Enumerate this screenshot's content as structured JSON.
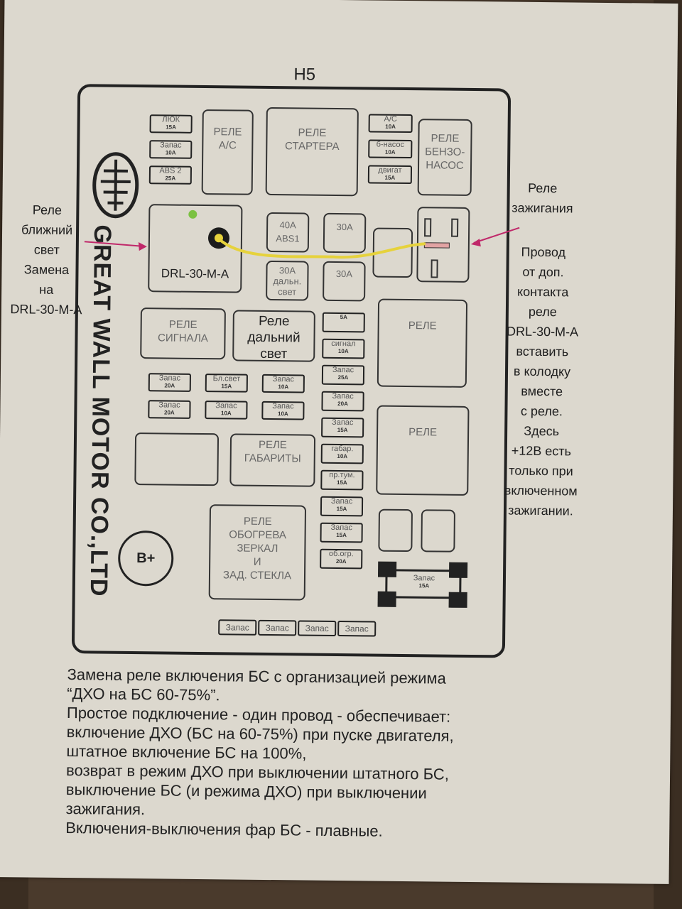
{
  "title": "H5",
  "brand": "GREAT WALL MOTOR CO.,LTD",
  "left_note": [
    "Реле",
    "ближний",
    "свет",
    "Замена",
    "на",
    "DRL-30-M-A"
  ],
  "right_top_note": [
    "Реле",
    "зажигания"
  ],
  "right_note": [
    "Провод",
    "от доп.",
    "контакта",
    "реле",
    "DRL-30-M-A",
    "вставить",
    "в колодку",
    "вместе",
    "с реле.",
    "Здесь",
    "+12В есть",
    "только при",
    "включенном",
    "зажигании."
  ],
  "relays": {
    "ac": [
      "РЕЛЕ",
      "А/С"
    ],
    "starter": [
      "РЕЛЕ",
      "СТАРТЕРА"
    ],
    "fuel_pump": [
      "РЕЛЕ",
      "БЕНЗО-",
      "НАСОС"
    ],
    "drl": "DRL-30-M-A",
    "signal": [
      "РЕЛЕ",
      "СИГНАЛА"
    ],
    "high_beam": [
      "Реле",
      "дальний",
      "свет"
    ],
    "rele1": "РЕЛЕ",
    "rele2": "РЕЛЕ",
    "markers": [
      "РЕЛЕ",
      "ГАБАРИТЫ"
    ],
    "heater": [
      "РЕЛЕ",
      "ОБОГРЕВА",
      "ЗЕРКАЛ",
      "И",
      "ЗАД. СТЕКЛА"
    ],
    "b_plus": "B+"
  },
  "fuses_top_left": [
    {
      "name": "ЛЮК",
      "amp": "15A"
    },
    {
      "name": "Запас",
      "amp": "10A"
    },
    {
      "name": "ABS 2",
      "amp": "25A"
    }
  ],
  "fuses_top_right": [
    {
      "name": "A/C",
      "amp": "10A"
    },
    {
      "name": "б-насос",
      "amp": "10A"
    },
    {
      "name": "двигат",
      "amp": "15A"
    }
  ],
  "big_fuses": [
    {
      "name": "40A",
      "sub": "ABS1"
    },
    {
      "name": "30A",
      "sub": ""
    },
    {
      "name": "30A",
      "sub": "дальн. свет"
    },
    {
      "name": "30A",
      "sub": ""
    }
  ],
  "fuse_column": [
    {
      "name": "",
      "amp": "5A"
    },
    {
      "name": "сигнал",
      "amp": "10A"
    },
    {
      "name": "Запас",
      "amp": "25A"
    },
    {
      "name": "Запас",
      "amp": "20A"
    },
    {
      "name": "Запас",
      "amp": "15A"
    },
    {
      "name": "габар.",
      "amp": "10A"
    },
    {
      "name": "пр.тум.",
      "amp": "15A"
    },
    {
      "name": "Запас",
      "amp": "15A"
    },
    {
      "name": "Запас",
      "amp": "15A"
    },
    {
      "name": "об.огр.",
      "amp": "20A"
    }
  ],
  "fuse_rows": [
    {
      "name": "Запас",
      "amp": "20A"
    },
    {
      "name": "Бл.свет",
      "amp": "15A"
    },
    {
      "name": "Запас",
      "amp": "10A"
    },
    {
      "name": "Запас",
      "amp": "20A"
    },
    {
      "name": "Запас",
      "amp": "10A"
    },
    {
      "name": "Запас",
      "amp": "10A"
    }
  ],
  "bottom_fuses": [
    "Запас",
    "Запас",
    "Запас",
    "Запас"
  ],
  "spare_special": {
    "name": "Запас",
    "amp": "15A"
  },
  "caption": [
    "Замена реле включения БС с организацией режима",
    "“ДХО на БС 60-75%”.",
    "Простое подключение - один провод - обеспечивает:",
    "включение ДХО (БС на 60-75%) при пуске двигателя,",
    "штатное включение БС на 100%,",
    "возврат в режим ДХО при выключении штатного БС,",
    "выключение БС (и режима ДХО) при выключении",
    "зажигания.",
    "Включения-выключения фар БС - плавные."
  ],
  "colors": {
    "wire": "#e6d23c",
    "arrow": "#c0286a",
    "green_dot": "#7bc142"
  }
}
